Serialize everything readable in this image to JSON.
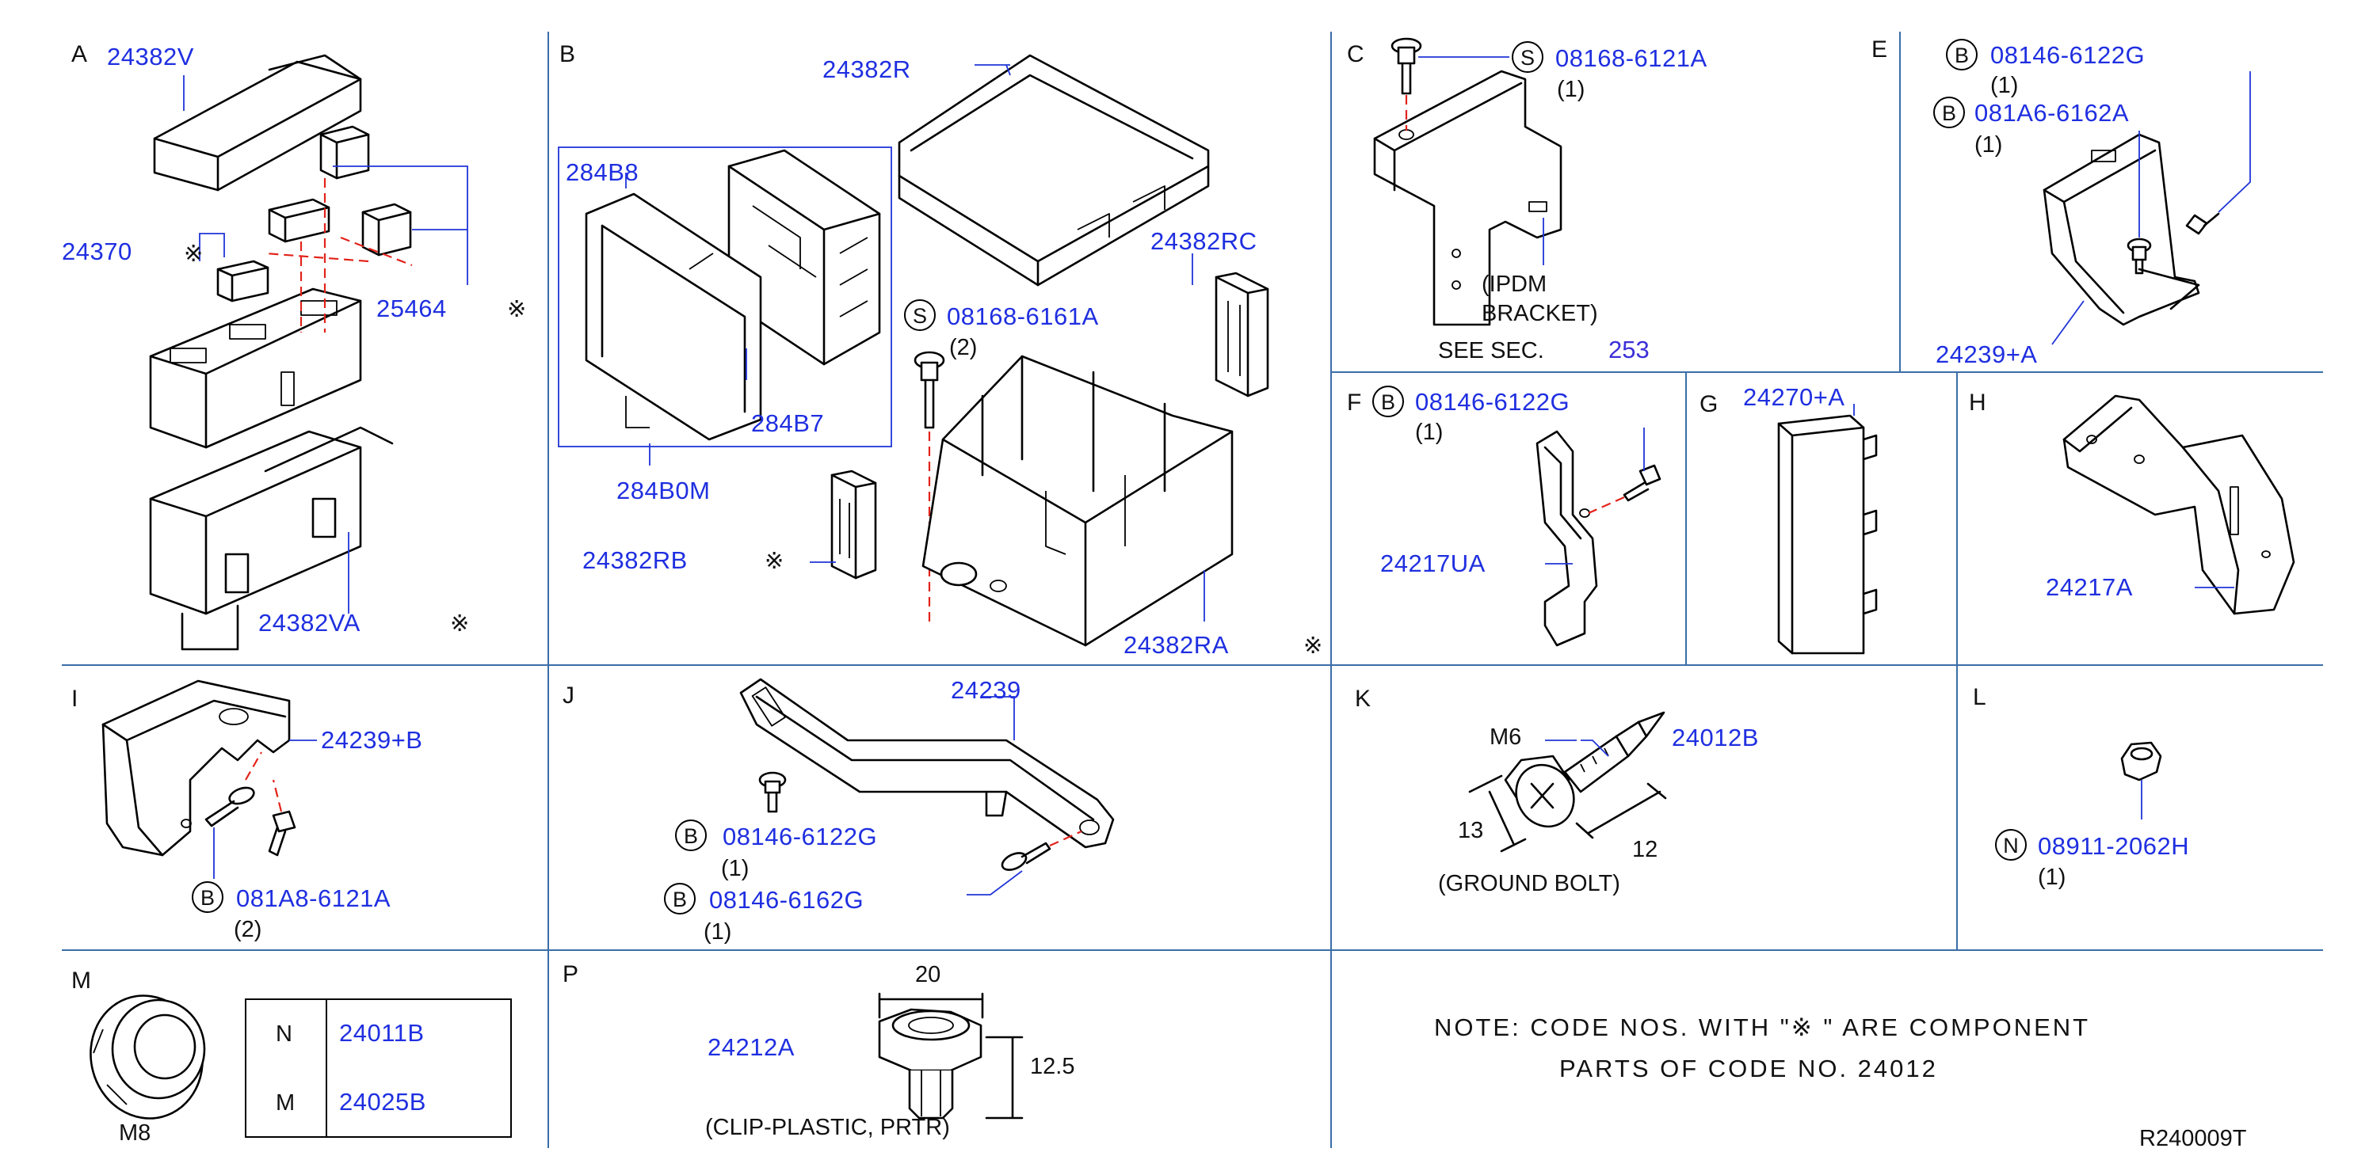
{
  "sections": {
    "A": "A",
    "B": "B",
    "C": "C",
    "E": "E",
    "F": "F",
    "G": "G",
    "H": "H",
    "I": "I",
    "J": "J",
    "K": "K",
    "L": "L",
    "M": "M",
    "P": "P"
  },
  "part_labels": {
    "a_cover": "24382V",
    "a_box": "24370",
    "a_fuses": "25464",
    "a_case": "24382VA",
    "b_cover": "24382R",
    "b_frame": "284B8",
    "b_module": "284B7",
    "b_assy": "284B0M",
    "b_clip_rc": "24382RC",
    "b_bolt": "08168-6161A",
    "b_clip_rb": "24382RB",
    "b_case": "24382RA",
    "c_bolt": "08168-6121A",
    "e_bolt1": "08146-6122G",
    "e_bolt2": "081A6-6162A",
    "e_bracket": "24239+A",
    "f_bolt": "08146-6122G",
    "f_bracket": "24217UA",
    "g_cover": "24270+A",
    "h_bracket": "24217A",
    "i_bracket": "24239+B",
    "i_bolt": "081A8-6121A",
    "j_bracket": "24239",
    "j_bolt1": "08146-6122G",
    "j_bolt2": "08146-6162G",
    "k_bolt": "24012B",
    "l_nut": "08911-2062H",
    "p_clip": "24212A",
    "m_table_n": "24011B",
    "m_table_m": "24025B"
  },
  "prefixes": {
    "s": "S",
    "b": "B",
    "n": "N"
  },
  "qty": {
    "c": "(1)",
    "b": "(2)",
    "e1": "(1)",
    "e2": "(1)",
    "f": "(1)",
    "i": "(2)",
    "j1": "(1)",
    "j2": "(1)",
    "l": "(1)"
  },
  "marks": {
    "asterisk": "※"
  },
  "texts": {
    "ipdm_line1": "(IPDM",
    "ipdm_line2": "BRACKET)",
    "see_sec": "SEE   SEC.",
    "sec_no": "253",
    "k_size": "M6",
    "k_dim13": "13",
    "k_dim12": "12",
    "k_caption": "(GROUND   BOLT)",
    "m_size": "M8",
    "m_row_n": "N",
    "m_row_m": "M",
    "p_dim20": "20",
    "p_dim125": "12.5",
    "p_caption": "(CLIP-PLASTIC,   PRTR)",
    "note_line1": "NOTE:   CODE  NOS.  WITH  \"※     \"  ARE  COMPONENT",
    "note_line2": "PARTS  OF  CODE  NO.  24012",
    "drawing_no": "R240009T"
  },
  "colors": {
    "part_number": "#1f2fe0",
    "frame": "#3a6ea8",
    "callout_dash": "#e2231a",
    "section_ref": "#3b2fd8"
  }
}
